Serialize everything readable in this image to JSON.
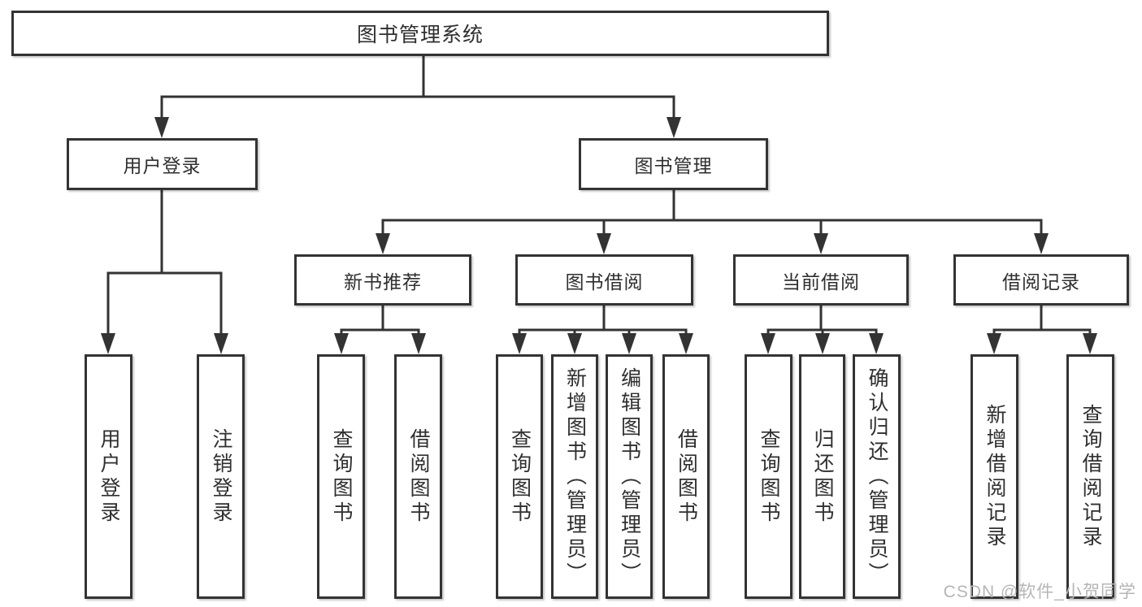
{
  "tree": {
    "label": "图书管理系统",
    "children": [
      {
        "label": "用户登录",
        "children": [
          {
            "label": "用户登录"
          },
          {
            "label": "注销登录"
          }
        ]
      },
      {
        "label": "图书管理",
        "children": [
          {
            "label": "新书推荐",
            "children": [
              {
                "label": "查询图书"
              },
              {
                "label": "借阅图书"
              }
            ]
          },
          {
            "label": "图书借阅",
            "children": [
              {
                "label": "查询图书"
              },
              {
                "label": "新增图书（管理员）"
              },
              {
                "label": "编辑图书（管理员）"
              },
              {
                "label": "借阅图书"
              }
            ]
          },
          {
            "label": "当前借阅",
            "children": [
              {
                "label": "查询图书"
              },
              {
                "label": "归还图书"
              },
              {
                "label": "确认归还（管理员）"
              }
            ]
          },
          {
            "label": "借阅记录",
            "children": [
              {
                "label": "新增借阅记录"
              },
              {
                "label": "查询借阅记录"
              }
            ]
          }
        ]
      }
    ]
  },
  "watermark": {
    "text": "CSDN @软件_小贺同学"
  },
  "colors": {
    "line": "#333333",
    "border": "#333333",
    "text": "#2f2f2f",
    "watermark": "#b5b5b5",
    "background": "#ffffff"
  }
}
